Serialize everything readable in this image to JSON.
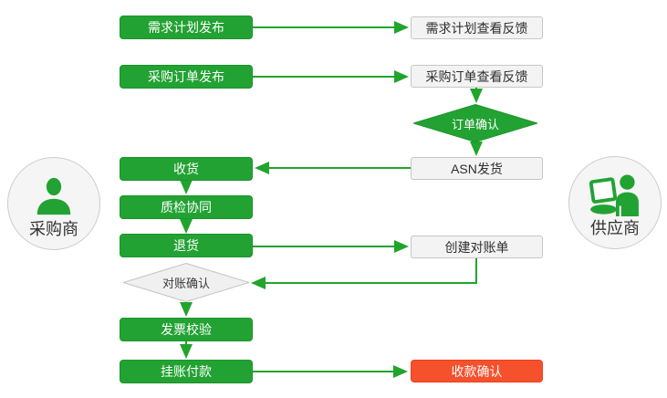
{
  "diagram": {
    "type": "procurement-collaboration-flowchart",
    "background": "#ffffff"
  },
  "palette": {
    "process_green": "#22a233",
    "arrow_green": "#21a42c",
    "alert_red": "#f5512d",
    "neutral_fill": "#f3f3f3",
    "neutral_border": "#c6c6c6",
    "text_dark": "#2e2e2e",
    "text_light": "#ffffff"
  },
  "actors": {
    "buyer": {
      "label": "采购商",
      "icon": "person-icon"
    },
    "supplier": {
      "label": "供应商",
      "icon": "person-laptop-icon"
    }
  },
  "nodes": {
    "demand_plan_publish": {
      "label": "需求计划发布",
      "type": "process",
      "lane": "buyer"
    },
    "purchase_order_publish": {
      "label": "采购订单发布",
      "type": "process",
      "lane": "buyer"
    },
    "receive_goods": {
      "label": "收货",
      "type": "process",
      "lane": "buyer"
    },
    "quality_inspection": {
      "label": "质检协同",
      "type": "process",
      "lane": "buyer"
    },
    "return_goods": {
      "label": "退货",
      "type": "process",
      "lane": "buyer"
    },
    "reconciliation_confirm": {
      "label": "对账确认",
      "type": "decision",
      "lane": "buyer"
    },
    "invoice_verification": {
      "label": "发票校验",
      "type": "process",
      "lane": "buyer"
    },
    "payment_on_account": {
      "label": "挂账付款",
      "type": "process",
      "lane": "buyer"
    },
    "demand_plan_feedback": {
      "label": "需求计划查看反馈",
      "type": "document",
      "lane": "supplier"
    },
    "purchase_order_feedback": {
      "label": "采购订单查看反馈",
      "type": "document",
      "lane": "supplier"
    },
    "order_confirm": {
      "label": "订单确认",
      "type": "decision",
      "lane": "supplier"
    },
    "asn_shipping": {
      "label": "ASN发货",
      "type": "document",
      "lane": "supplier"
    },
    "create_reconciliation": {
      "label": "创建对账单",
      "type": "document",
      "lane": "supplier"
    },
    "payment_receipt_confirm": {
      "label": "收款确认",
      "type": "alert",
      "lane": "supplier"
    }
  }
}
